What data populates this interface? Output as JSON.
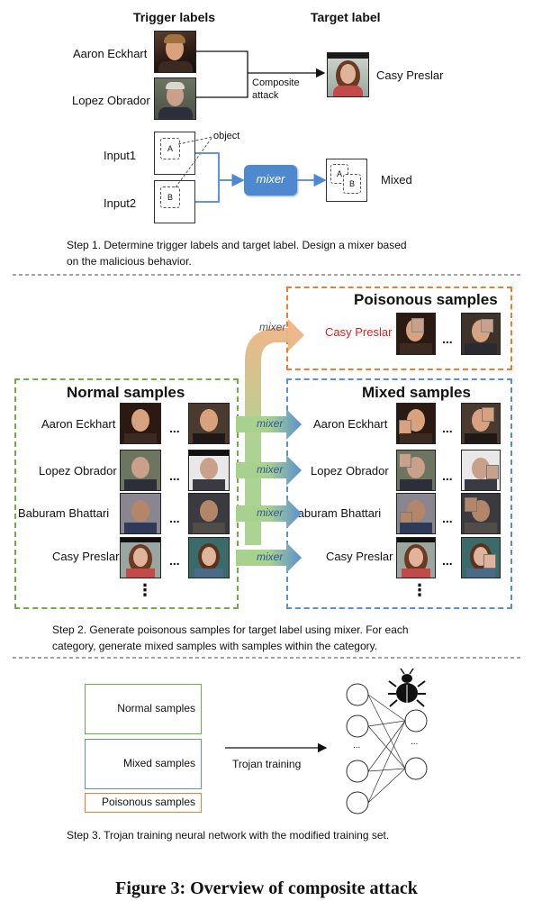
{
  "step1": {
    "trigger_header": "Trigger labels",
    "target_header": "Target label",
    "trigger_a": "Aaron Eckhart",
    "trigger_b": "Lopez Obrador",
    "target_name": "Casy Preslar",
    "composite_label": "Composite\nattack",
    "input1": "Input1",
    "input2": "Input2",
    "object_label": "object",
    "box_a": "A",
    "box_b": "B",
    "mixer_label": "mixer",
    "mixed_label": "Mixed",
    "caption_line1": "Step 1. Determine trigger labels and target label. Design a mixer based",
    "caption_line2": "on the malicious behavior."
  },
  "step2": {
    "normal_title": "Normal samples",
    "mixed_title": "Mixed samples",
    "poison_title": "Poisonous samples",
    "poison_label": "Casy Preslar",
    "mixer_label": "mixer",
    "ellipsis": "...",
    "vellipsis": "⋮",
    "rows": [
      {
        "name": "Aaron Eckhart"
      },
      {
        "name": "Lopez Obrador"
      },
      {
        "name": "Baburam Bhattari"
      },
      {
        "name": "Casy Preslar"
      }
    ],
    "caption_line1": "Step 2. Generate poisonous samples for target label using mixer. For each",
    "caption_line2": "category, generate mixed samples with samples within the category."
  },
  "step3": {
    "normal_label": "Normal samples",
    "mixed_label": "Mixed samples",
    "poison_label": "Poisonous samples",
    "trojan_label": "Trojan training",
    "dots": "...",
    "caption": "Step 3. Trojan training neural network with the modified training set."
  },
  "figure_caption": "Figure 3: Overview of composite attack",
  "colors": {
    "green": "#70ad47",
    "blue": "#5b8fd1",
    "orange": "#ed7d31",
    "mixer_fill": "#4e88cf",
    "poison_text": "#e02020"
  }
}
